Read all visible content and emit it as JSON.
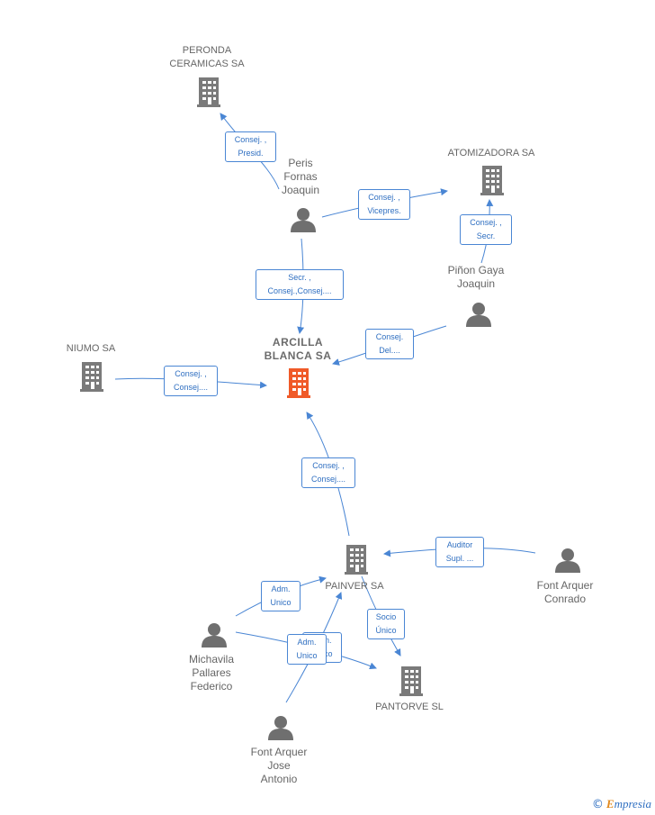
{
  "nodes": {
    "peronda": {
      "label": "PERONDA\nCERAMICAS SA"
    },
    "atomizadora": {
      "label": "ATOMIZADORA SA"
    },
    "niumo": {
      "label": "NIUMO SA"
    },
    "arcilla": {
      "label": "ARCILLA\nBLANCA SA"
    },
    "painver": {
      "label": "PAINVER SA"
    },
    "pantorve": {
      "label": "PANTORVE SL"
    },
    "peris": {
      "label": "Peris\nFornas\nJoaquin"
    },
    "pinon": {
      "label": "Piñon Gaya\nJoaquin"
    },
    "font_conrado": {
      "label": "Font Arquer\nConrado"
    },
    "michavila": {
      "label": "Michavila\nPallares\nFederico"
    },
    "font_jose": {
      "label": "Font Arquer\nJose\nAntonio"
    }
  },
  "edges": {
    "peris_peronda": "Consej. ,\nPresid.",
    "peris_atomizadora": "Consej. ,\nVicepres.",
    "pinon_atomizadora": "Consej. ,\nSecr.",
    "peris_arcilla": "Secr. ,\nConsej.,Consej....",
    "pinon_arcilla": "Consej.\nDel....",
    "niumo_arcilla": "Consej. ,\nConsej....",
    "painver_arcilla": "Consej. ,\nConsej....",
    "conrado_painver": "Auditor\nSupl. ...",
    "michavila_painver": "Adm.\nUnico",
    "painver_pantorve": "Socio\nÚnico",
    "michavila_pantorve": "Adm.\nUnico",
    "jose_painver": "Adm.\nUnico"
  },
  "colors": {
    "company": "#7a7a7a",
    "main_company": "#f05a28",
    "person": "#6f6f6f",
    "edge": "#4a86d4"
  },
  "footer": {
    "copyright": "©",
    "brand_e": "E",
    "brand_rest": "mpresia"
  }
}
